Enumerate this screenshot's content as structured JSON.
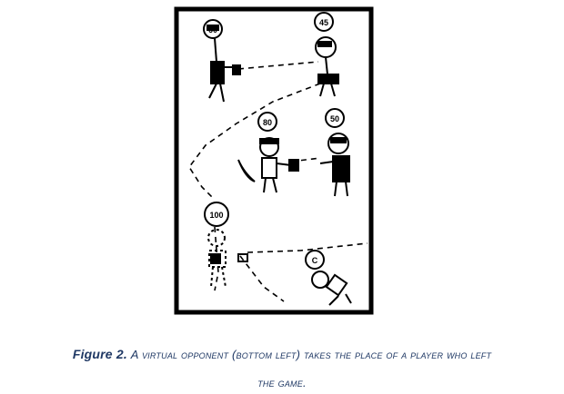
{
  "figure": {
    "scores": {
      "p_top_left": "60",
      "p_top_right": "45",
      "p_mid_left": "80",
      "p_mid_right": "50",
      "p_virtual": "100",
      "p_bottom_right": "C"
    }
  },
  "caption": {
    "label": "Figure 2.",
    "line1": "A virtual opponent (bottom left) takes the place of a player who left",
    "line2": "the game."
  }
}
